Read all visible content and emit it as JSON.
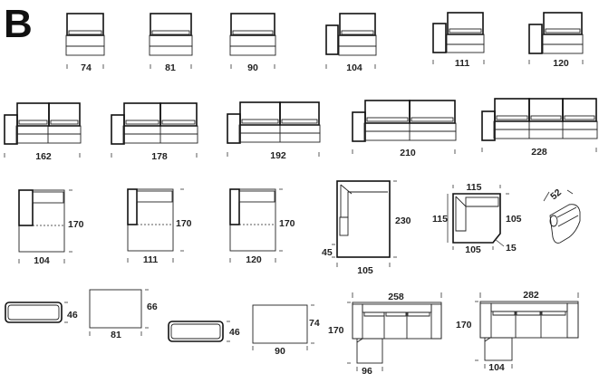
{
  "section_letter": "B",
  "row1": [
    "74",
    "81",
    "90",
    "104",
    "111",
    "120"
  ],
  "row2": [
    "162",
    "178",
    "192",
    "210",
    "228"
  ],
  "row3": {
    "chaise_widths": [
      "104",
      "111",
      "120"
    ],
    "chaise_depths": [
      "170",
      "170",
      "170"
    ],
    "corner": {
      "height": "230",
      "width": "105",
      "side": "45"
    },
    "corner_module": {
      "top": "115",
      "left": "115",
      "right": "105",
      "bottom": "105",
      "cut": "15"
    },
    "headrest": "52"
  },
  "row4": {
    "pouf_small": {
      "width": "81",
      "height": "66",
      "side": "46"
    },
    "pouf_large": {
      "width": "90",
      "height": "74",
      "side": "46"
    },
    "comp1": {
      "width": "258",
      "depth": "170",
      "chaise": "96"
    },
    "comp2": {
      "width": "282",
      "depth": "170",
      "chaise": "104"
    }
  }
}
